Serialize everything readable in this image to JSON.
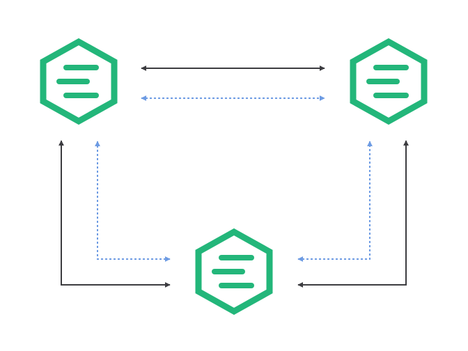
{
  "diagram": {
    "nodes": [
      {
        "id": "top-left",
        "icon": "hexagon-lines-icon"
      },
      {
        "id": "top-right",
        "icon": "hexagon-lines-icon"
      },
      {
        "id": "bottom-center",
        "icon": "hexagon-lines-icon"
      }
    ],
    "connections": [
      {
        "id": "tl-tr-solid",
        "from": "top-left",
        "to": "top-right",
        "style": "solid",
        "direction": "both"
      },
      {
        "id": "tl-tr-dotted",
        "from": "top-left",
        "to": "top-right",
        "style": "dotted",
        "direction": "both"
      },
      {
        "id": "bc-tl-solid",
        "from": "bottom-center",
        "to": "top-left",
        "style": "solid",
        "direction": "both"
      },
      {
        "id": "bc-tl-dotted",
        "from": "bottom-center",
        "to": "top-left",
        "style": "dotted",
        "direction": "both"
      },
      {
        "id": "bc-tr-solid",
        "from": "bottom-center",
        "to": "top-right",
        "style": "solid",
        "direction": "both"
      },
      {
        "id": "bc-tr-dotted",
        "from": "bottom-center",
        "to": "top-right",
        "style": "dotted",
        "direction": "both"
      }
    ],
    "colors": {
      "node": "#23B67A",
      "solid": "#3C3C40",
      "dotted": "#6D9BE3",
      "background": "#FFFFFF"
    }
  }
}
